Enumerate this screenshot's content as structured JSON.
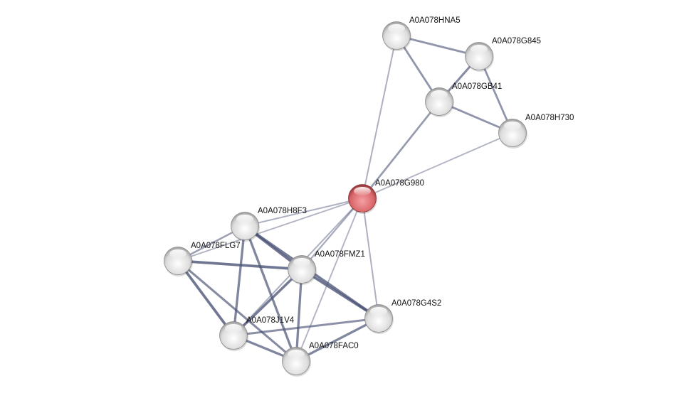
{
  "network": {
    "query_node": "A0A078G980",
    "colors": {
      "query": "#d9666a",
      "node": "#e6e6e6",
      "edge": "#4a5275"
    },
    "nodes": [
      {
        "id": "A0A078HNA5",
        "label": "A0A078HNA5"
      },
      {
        "id": "A0A078G845",
        "label": "A0A078G845"
      },
      {
        "id": "A0A078GB41",
        "label": "A0A078GB41"
      },
      {
        "id": "A0A078H730",
        "label": "A0A078H730"
      },
      {
        "id": "A0A078G980",
        "label": "A0A078G980"
      },
      {
        "id": "A0A078H8F3",
        "label": "A0A078H8F3"
      },
      {
        "id": "A0A078FLG7",
        "label": "A0A078FLG7"
      },
      {
        "id": "A0A078FMZ1",
        "label": "A0A078FMZ1"
      },
      {
        "id": "A0A078G4S2",
        "label": "A0A078G4S2"
      },
      {
        "id": "A0A078J1V4",
        "label": "A0A078J1V4"
      },
      {
        "id": "A0A078FAC0",
        "label": "A0A078FAC0"
      }
    ],
    "edges": [
      {
        "from": "A0A078HNA5",
        "to": "A0A078G845",
        "confidence": 0.6
      },
      {
        "from": "A0A078HNA5",
        "to": "A0A078GB41",
        "confidence": 0.6
      },
      {
        "from": "A0A078HNA5",
        "to": "A0A078G980",
        "confidence": 0.35
      },
      {
        "from": "A0A078G845",
        "to": "A0A078GB41",
        "confidence": 0.7
      },
      {
        "from": "A0A078G845",
        "to": "A0A078H730",
        "confidence": 0.6
      },
      {
        "from": "A0A078GB41",
        "to": "A0A078H730",
        "confidence": 0.6
      },
      {
        "from": "A0A078GB41",
        "to": "A0A078G980",
        "confidence": 0.55
      },
      {
        "from": "A0A078H730",
        "to": "A0A078G980",
        "confidence": 0.3
      },
      {
        "from": "A0A078G980",
        "to": "A0A078H8F3",
        "confidence": 0.35
      },
      {
        "from": "A0A078G980",
        "to": "A0A078FLG7",
        "confidence": 0.3
      },
      {
        "from": "A0A078G980",
        "to": "A0A078FMZ1",
        "confidence": 0.4
      },
      {
        "from": "A0A078G980",
        "to": "A0A078J1V4",
        "confidence": 0.35
      },
      {
        "from": "A0A078G980",
        "to": "A0A078FAC0",
        "confidence": 0.3
      },
      {
        "from": "A0A078G980",
        "to": "A0A078G4S2",
        "confidence": 0.35
      },
      {
        "from": "A0A078H8F3",
        "to": "A0A078FLG7",
        "confidence": 0.5
      },
      {
        "from": "A0A078H8F3",
        "to": "A0A078FMZ1",
        "confidence": 0.95
      },
      {
        "from": "A0A078H8F3",
        "to": "A0A078J1V4",
        "confidence": 0.75
      },
      {
        "from": "A0A078H8F3",
        "to": "A0A078FAC0",
        "confidence": 0.75
      },
      {
        "from": "A0A078H8F3",
        "to": "A0A078G4S2",
        "confidence": 0.85
      },
      {
        "from": "A0A078FLG7",
        "to": "A0A078FMZ1",
        "confidence": 0.9
      },
      {
        "from": "A0A078FLG7",
        "to": "A0A078J1V4",
        "confidence": 0.9
      },
      {
        "from": "A0A078FLG7",
        "to": "A0A078FAC0",
        "confidence": 0.7
      },
      {
        "from": "A0A078FMZ1",
        "to": "A0A078G4S2",
        "confidence": 0.9
      },
      {
        "from": "A0A078FMZ1",
        "to": "A0A078J1V4",
        "confidence": 0.85
      },
      {
        "from": "A0A078FMZ1",
        "to": "A0A078FAC0",
        "confidence": 0.75
      },
      {
        "from": "A0A078J1V4",
        "to": "A0A078G4S2",
        "confidence": 0.65
      },
      {
        "from": "A0A078J1V4",
        "to": "A0A078FAC0",
        "confidence": 0.75
      },
      {
        "from": "A0A078FAC0",
        "to": "A0A078G4S2",
        "confidence": 0.75
      }
    ]
  }
}
